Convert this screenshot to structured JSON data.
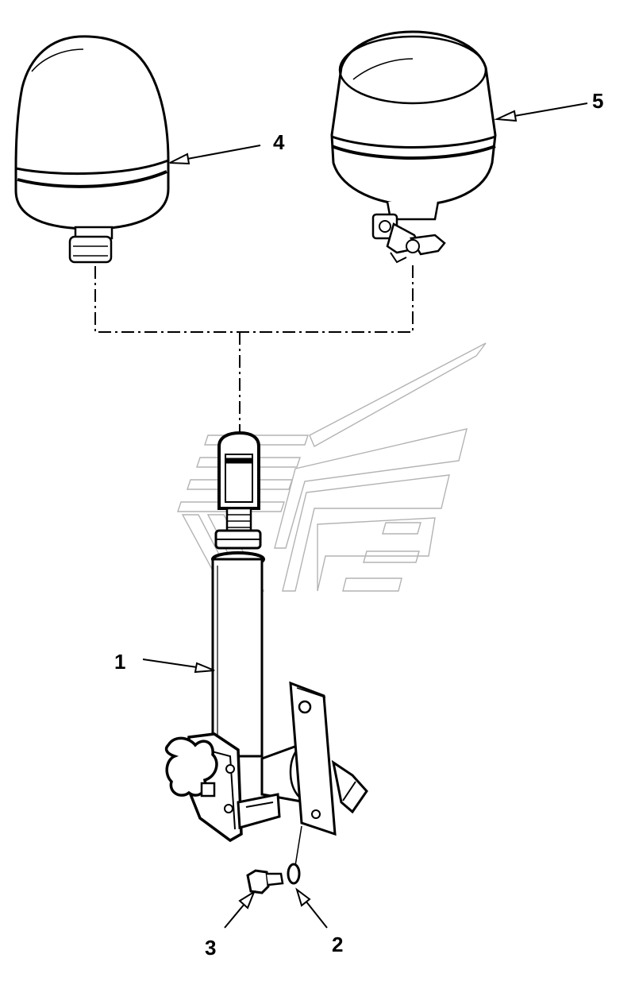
{
  "callouts": [
    {
      "id": "part-1",
      "label": "1"
    },
    {
      "id": "part-2",
      "label": "2"
    },
    {
      "id": "part-3",
      "label": "3"
    },
    {
      "id": "part-4",
      "label": "4"
    },
    {
      "id": "part-5",
      "label": "5"
    }
  ],
  "colors": {
    "line": "#000000",
    "fill": "#ffffff",
    "watermark": "#9a9a9a"
  }
}
